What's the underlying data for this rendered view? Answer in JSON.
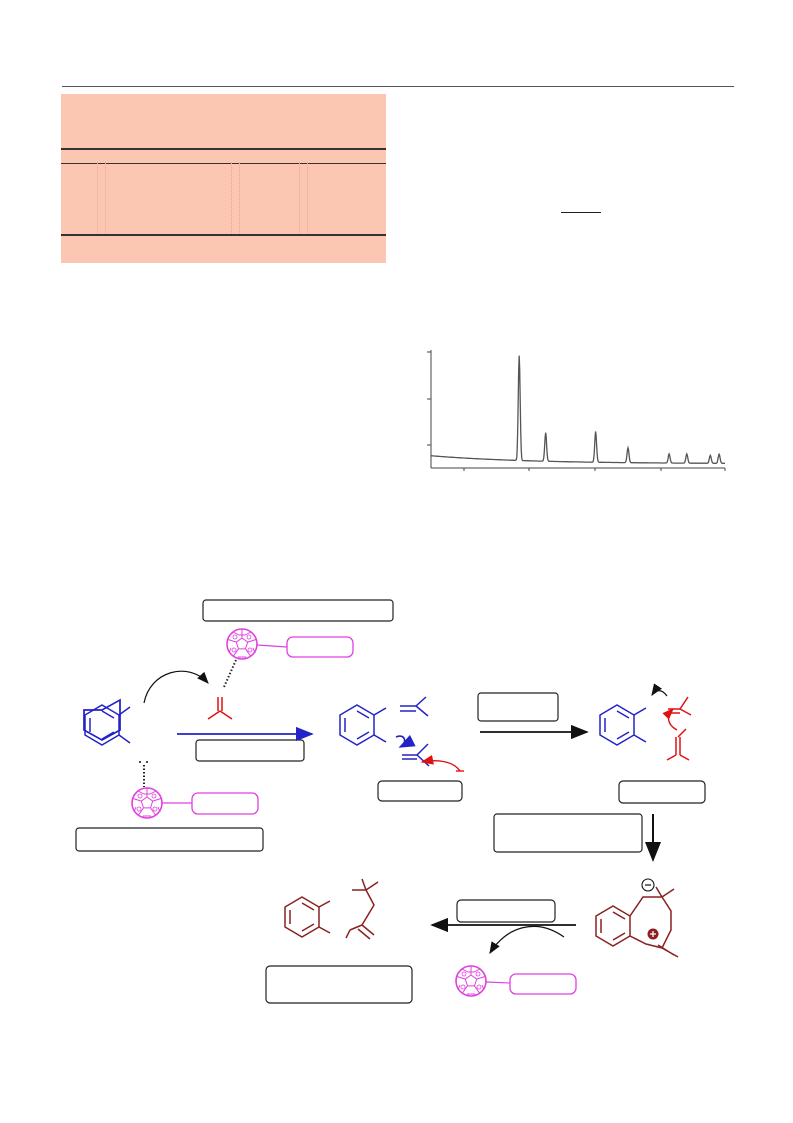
{
  "page": {
    "background": "#ffffff",
    "table_fill": "#fcc7b2"
  },
  "chart_data": {
    "type": "line",
    "title": "",
    "xlabel": "",
    "ylabel": "",
    "grid": false,
    "peaks": [
      {
        "x": 0.3,
        "height": 0.92
      },
      {
        "x": 0.39,
        "height": 0.25
      },
      {
        "x": 0.56,
        "height": 0.27
      },
      {
        "x": 0.67,
        "height": 0.13
      },
      {
        "x": 0.81,
        "height": 0.08
      },
      {
        "x": 0.87,
        "height": 0.08
      },
      {
        "x": 0.95,
        "height": 0.07
      },
      {
        "x": 0.98,
        "height": 0.08
      }
    ]
  },
  "scheme": {
    "colors": {
      "reactant": "#2323c8",
      "intermediate": "#2323c8",
      "product": "#8b2020",
      "catalyst": "#e040e0",
      "arrow_red": "#e01010",
      "arrow_blue": "#2323c8"
    },
    "icons": [
      "fullerene-cage-icon",
      "curved-arrow-icon"
    ]
  }
}
